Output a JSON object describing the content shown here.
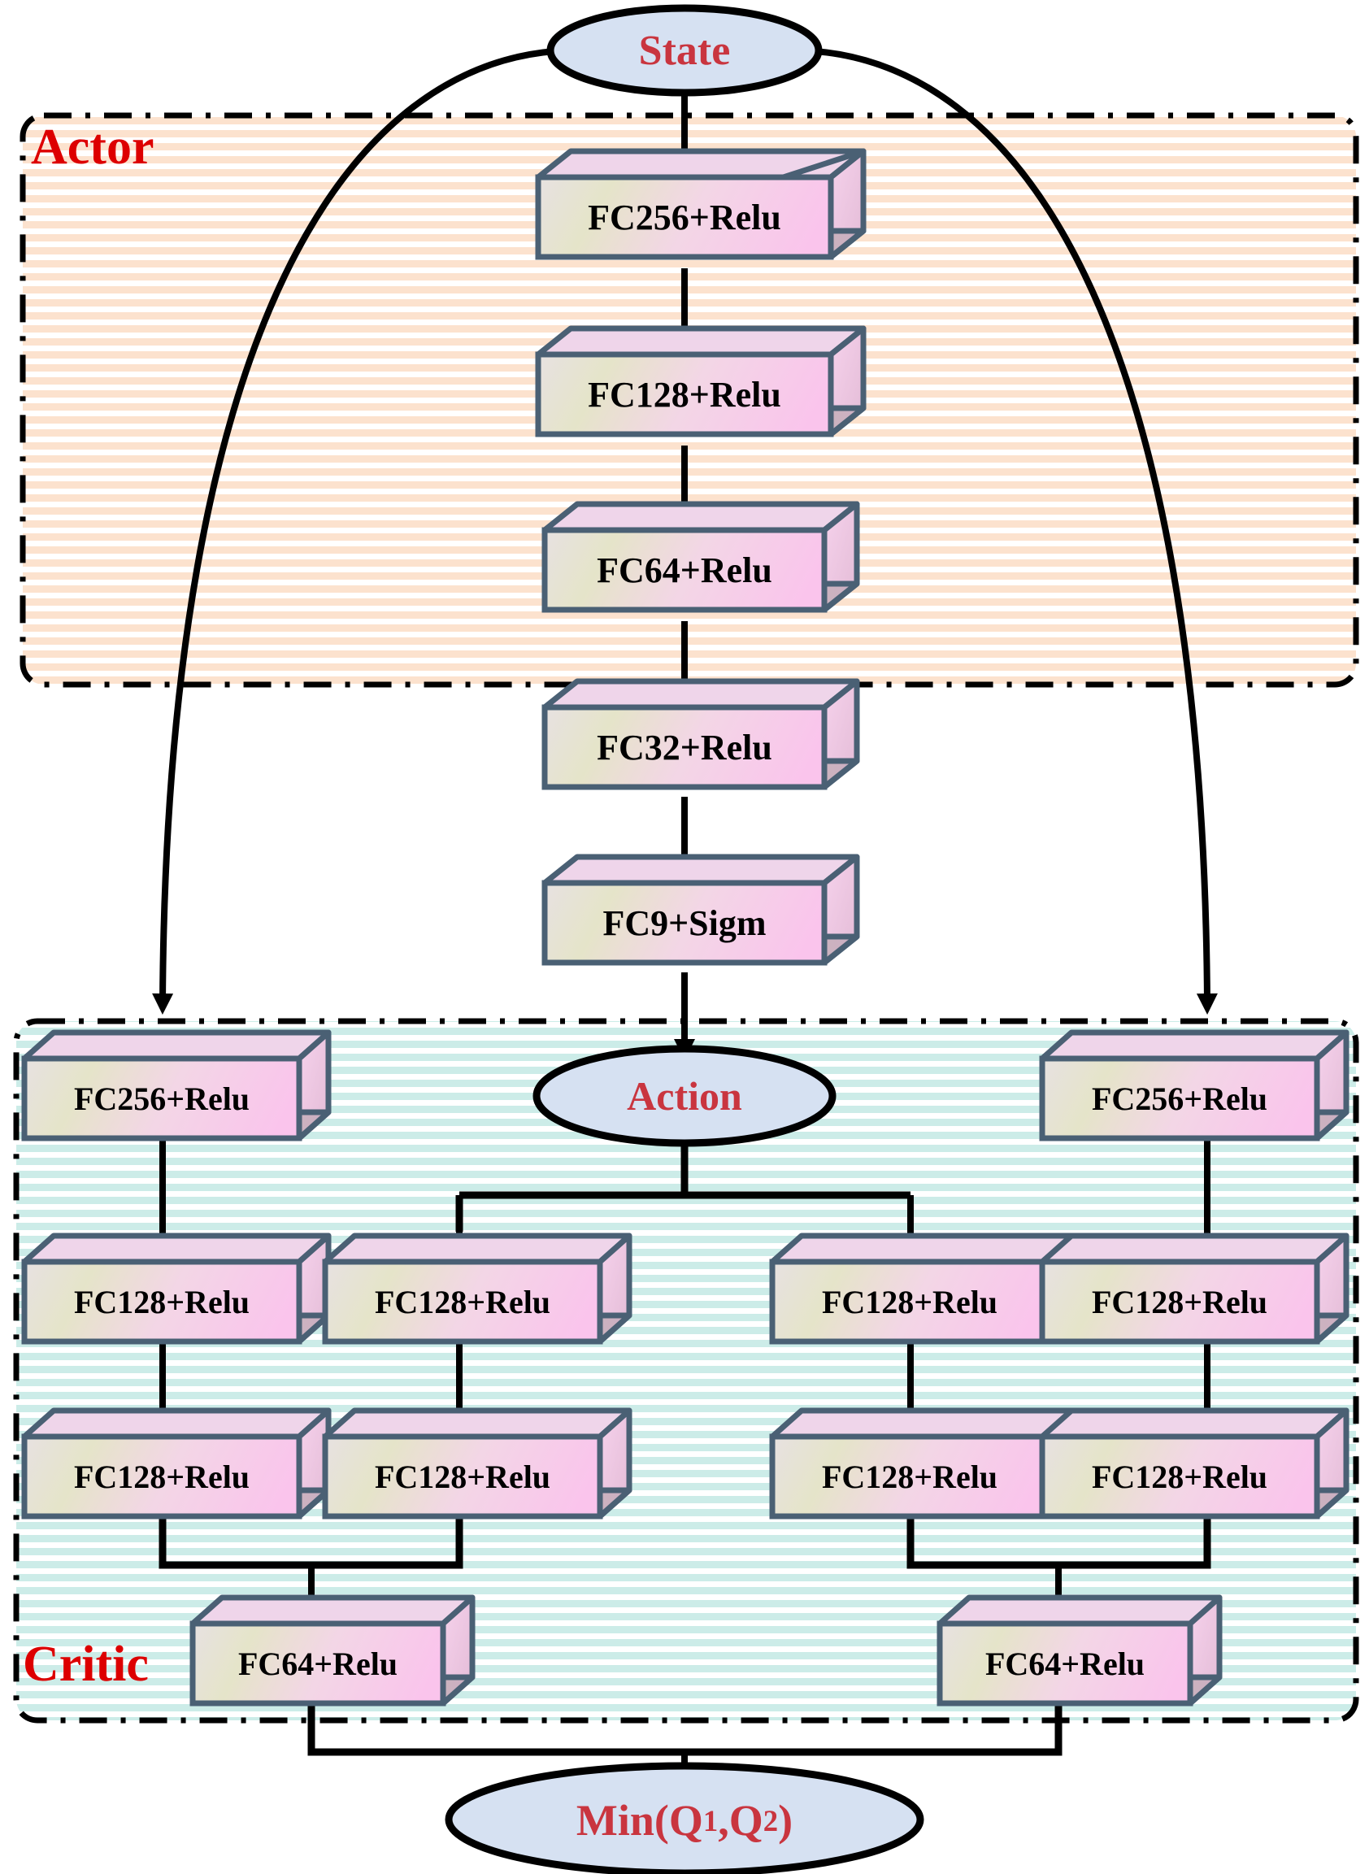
{
  "diagram": {
    "title": "Actor-Critic network architecture (TD3 style)",
    "colors": {
      "region_label_red": "#DD0000",
      "ellipse_text_red": "#C9353F",
      "ellipse_fill": "#D6E1F2",
      "ellipse_stroke": "#000000",
      "box_border": "#4A6074",
      "box_face_left": "#E0E2C8",
      "box_face_right": "#F5C8E6",
      "box_top_right": "#EFD2E8",
      "box_bottom": "#BFBCA2",
      "actor_stripe": "#FCE3D0",
      "critic_stripe": "#CDEDE9",
      "arrow": "#000000"
    },
    "regions": [
      {
        "id": "actor",
        "label": "Actor"
      },
      {
        "id": "critic",
        "label": "Critic"
      }
    ],
    "ellipses": [
      {
        "id": "state",
        "label": "State"
      },
      {
        "id": "action",
        "label": "Action"
      },
      {
        "id": "minq",
        "label_html": "Min(Q<sub>1</sub>,Q<sub>2</sub>)",
        "label": "Min(Q1,Q2)"
      }
    ],
    "actor_layers": [
      {
        "id": "a1",
        "label": "FC256+Relu"
      },
      {
        "id": "a2",
        "label": "FC128+Relu"
      },
      {
        "id": "a3",
        "label": "FC64+Relu"
      },
      {
        "id": "a4",
        "label": "FC32+Relu"
      },
      {
        "id": "a5",
        "label": "FC9+Sigm"
      }
    ],
    "critic_row_fc256": [
      {
        "id": "c_l_256",
        "label": "FC256+Relu"
      },
      {
        "id": "c_r_256",
        "label": "FC256+Relu"
      }
    ],
    "critic_row_fc128_a": [
      {
        "id": "c1_128a",
        "label": "FC128+Relu"
      },
      {
        "id": "c2_128a",
        "label": "FC128+Relu"
      },
      {
        "id": "c3_128a",
        "label": "FC128+Relu"
      },
      {
        "id": "c4_128a",
        "label": "FC128+Relu"
      }
    ],
    "critic_row_fc128_b": [
      {
        "id": "c1_128b",
        "label": "FC128+Relu"
      },
      {
        "id": "c2_128b",
        "label": "FC128+Relu"
      },
      {
        "id": "c3_128b",
        "label": "FC128+Relu"
      },
      {
        "id": "c4_128b",
        "label": "FC128+Relu"
      }
    ],
    "critic_row_fc64": [
      {
        "id": "c_q1_64",
        "label": "FC64+Relu"
      },
      {
        "id": "c_q2_64",
        "label": "FC64+Relu"
      }
    ]
  }
}
